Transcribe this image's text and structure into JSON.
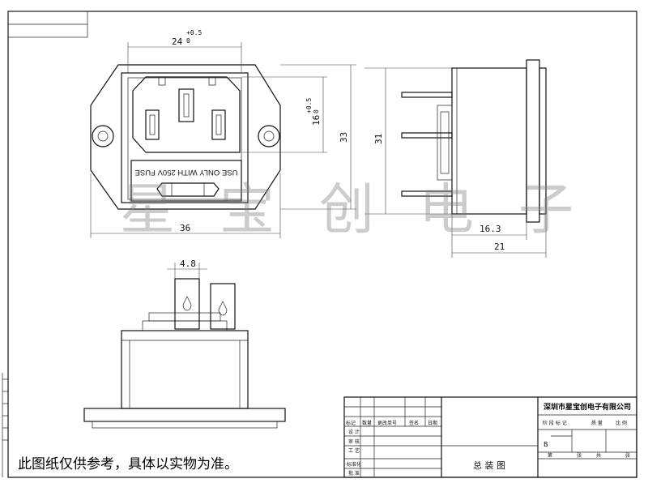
{
  "drawing": {
    "dimensions": {
      "front_width": "24",
      "front_width_tol": "+0.5",
      "front_width_tol_low": "0",
      "front_height": "16",
      "front_height_tol": "+0.5",
      "front_height_tol_low": "0",
      "outer_height": "33",
      "overall_width": "36",
      "side_height": "31",
      "side_depth": "16.3",
      "side_total": "21",
      "terminal_width": "4.8"
    },
    "fuse_label": "USE ONLY WITH 250V FUSE",
    "watermark": "星宝创电子",
    "note": "此图纸仅供参考，具体以实物为准。"
  },
  "title_block": {
    "company": "深圳市星宝创电子有限公司",
    "drawing_name": "总 装 图",
    "rev_headers": [
      "标记",
      "数量",
      "更改单号",
      "签名",
      "日期"
    ],
    "roles": [
      "设 计",
      "审 核",
      "工 艺",
      "标准化",
      "批 准"
    ],
    "stage_headers": [
      "阶 段 标 记",
      "质 量",
      "比 例"
    ],
    "stage_mark": "B",
    "sheet_info": [
      "第",
      "张",
      "共",
      "张"
    ]
  }
}
